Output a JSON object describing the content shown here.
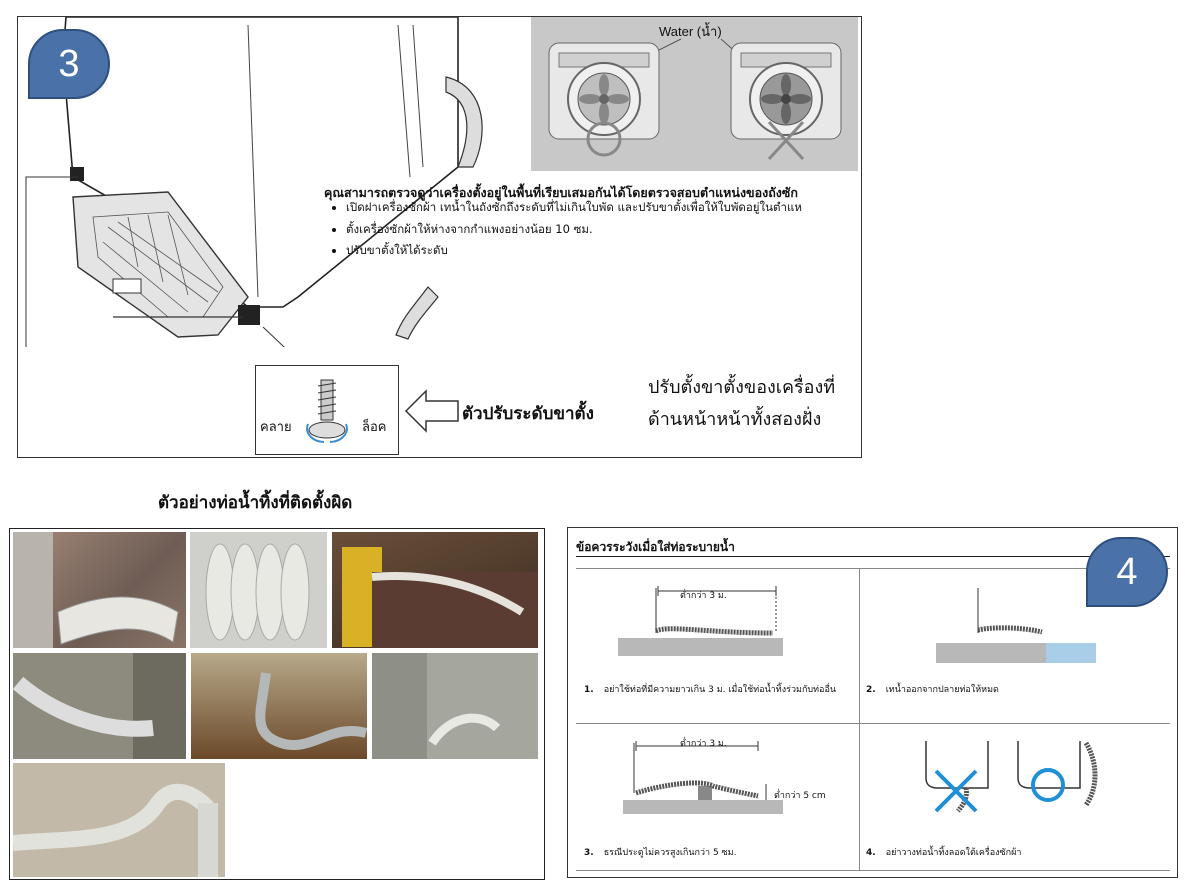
{
  "step3": {
    "badge": "3",
    "water_label": "Water (น้ำ)",
    "heading": "คุณสามารถตรวจดูว่าเครื่องตั้งอยู่ในพื้นที่เรียบเสมอกันได้โดยตรวจสอบตำแหน่งของถังซัก",
    "bullets": [
      "เปิดฝาเครื่องซักผ้า เทน้ำในถังซักถึงระดับที่ไม่เกินใบพัด และปรับขาตั้งเพื่อให้ใบพัดอยู่ในตำแห",
      "ตั้งเครื่องซักผ้าให้ห่างจากกำแพงอย่างน้อย 10 ซม.",
      "ปรับขาตั้งให้ได้ระดับ"
    ],
    "loosen_label": "คลาย",
    "lock_label": "ล็อค",
    "leveler_label": "ตัวปรับระดับขาตั้ง",
    "note_line1": "ปรับตั้งขาตั้งของเครื่องที่",
    "note_line2": "ด้านหน้าหน้าทั้งสองฝั่ง"
  },
  "wrong_examples": {
    "title": "ตัวอย่างท่อน้ำทิ้งที่ติดตั้งผิด"
  },
  "step4": {
    "badge": "4",
    "header": "ข้อควรระวังเมื่อใส่ท่อระบายน้ำ",
    "cells": [
      {
        "num": "1.",
        "text": "อย่าใช้ท่อที่มีความยาวเกิน 3 ม. เมื่อใช้ท่อน้ำทิ้งร่วมกับท่ออื่น",
        "dim": "ต่ำกว่า 3 ม."
      },
      {
        "num": "2.",
        "text": "เทน้ำออกจากปลายท่อให้หมด"
      },
      {
        "num": "3.",
        "text": "ธรณีประตูไม่ควรสูงเกินกว่า 5 ซม.",
        "dim": "ต่ำกว่า 3 ม.",
        "dim2": "ต่ำกว่า 5 cm"
      },
      {
        "num": "4.",
        "text": "อย่าวางท่อน้ำทิ้งลอดใต้เครื่องซักผ้า"
      }
    ]
  },
  "colors": {
    "badge": "#4a72a8",
    "cross": "#1f8fd6",
    "gray_panel": "#c8c8c8"
  }
}
